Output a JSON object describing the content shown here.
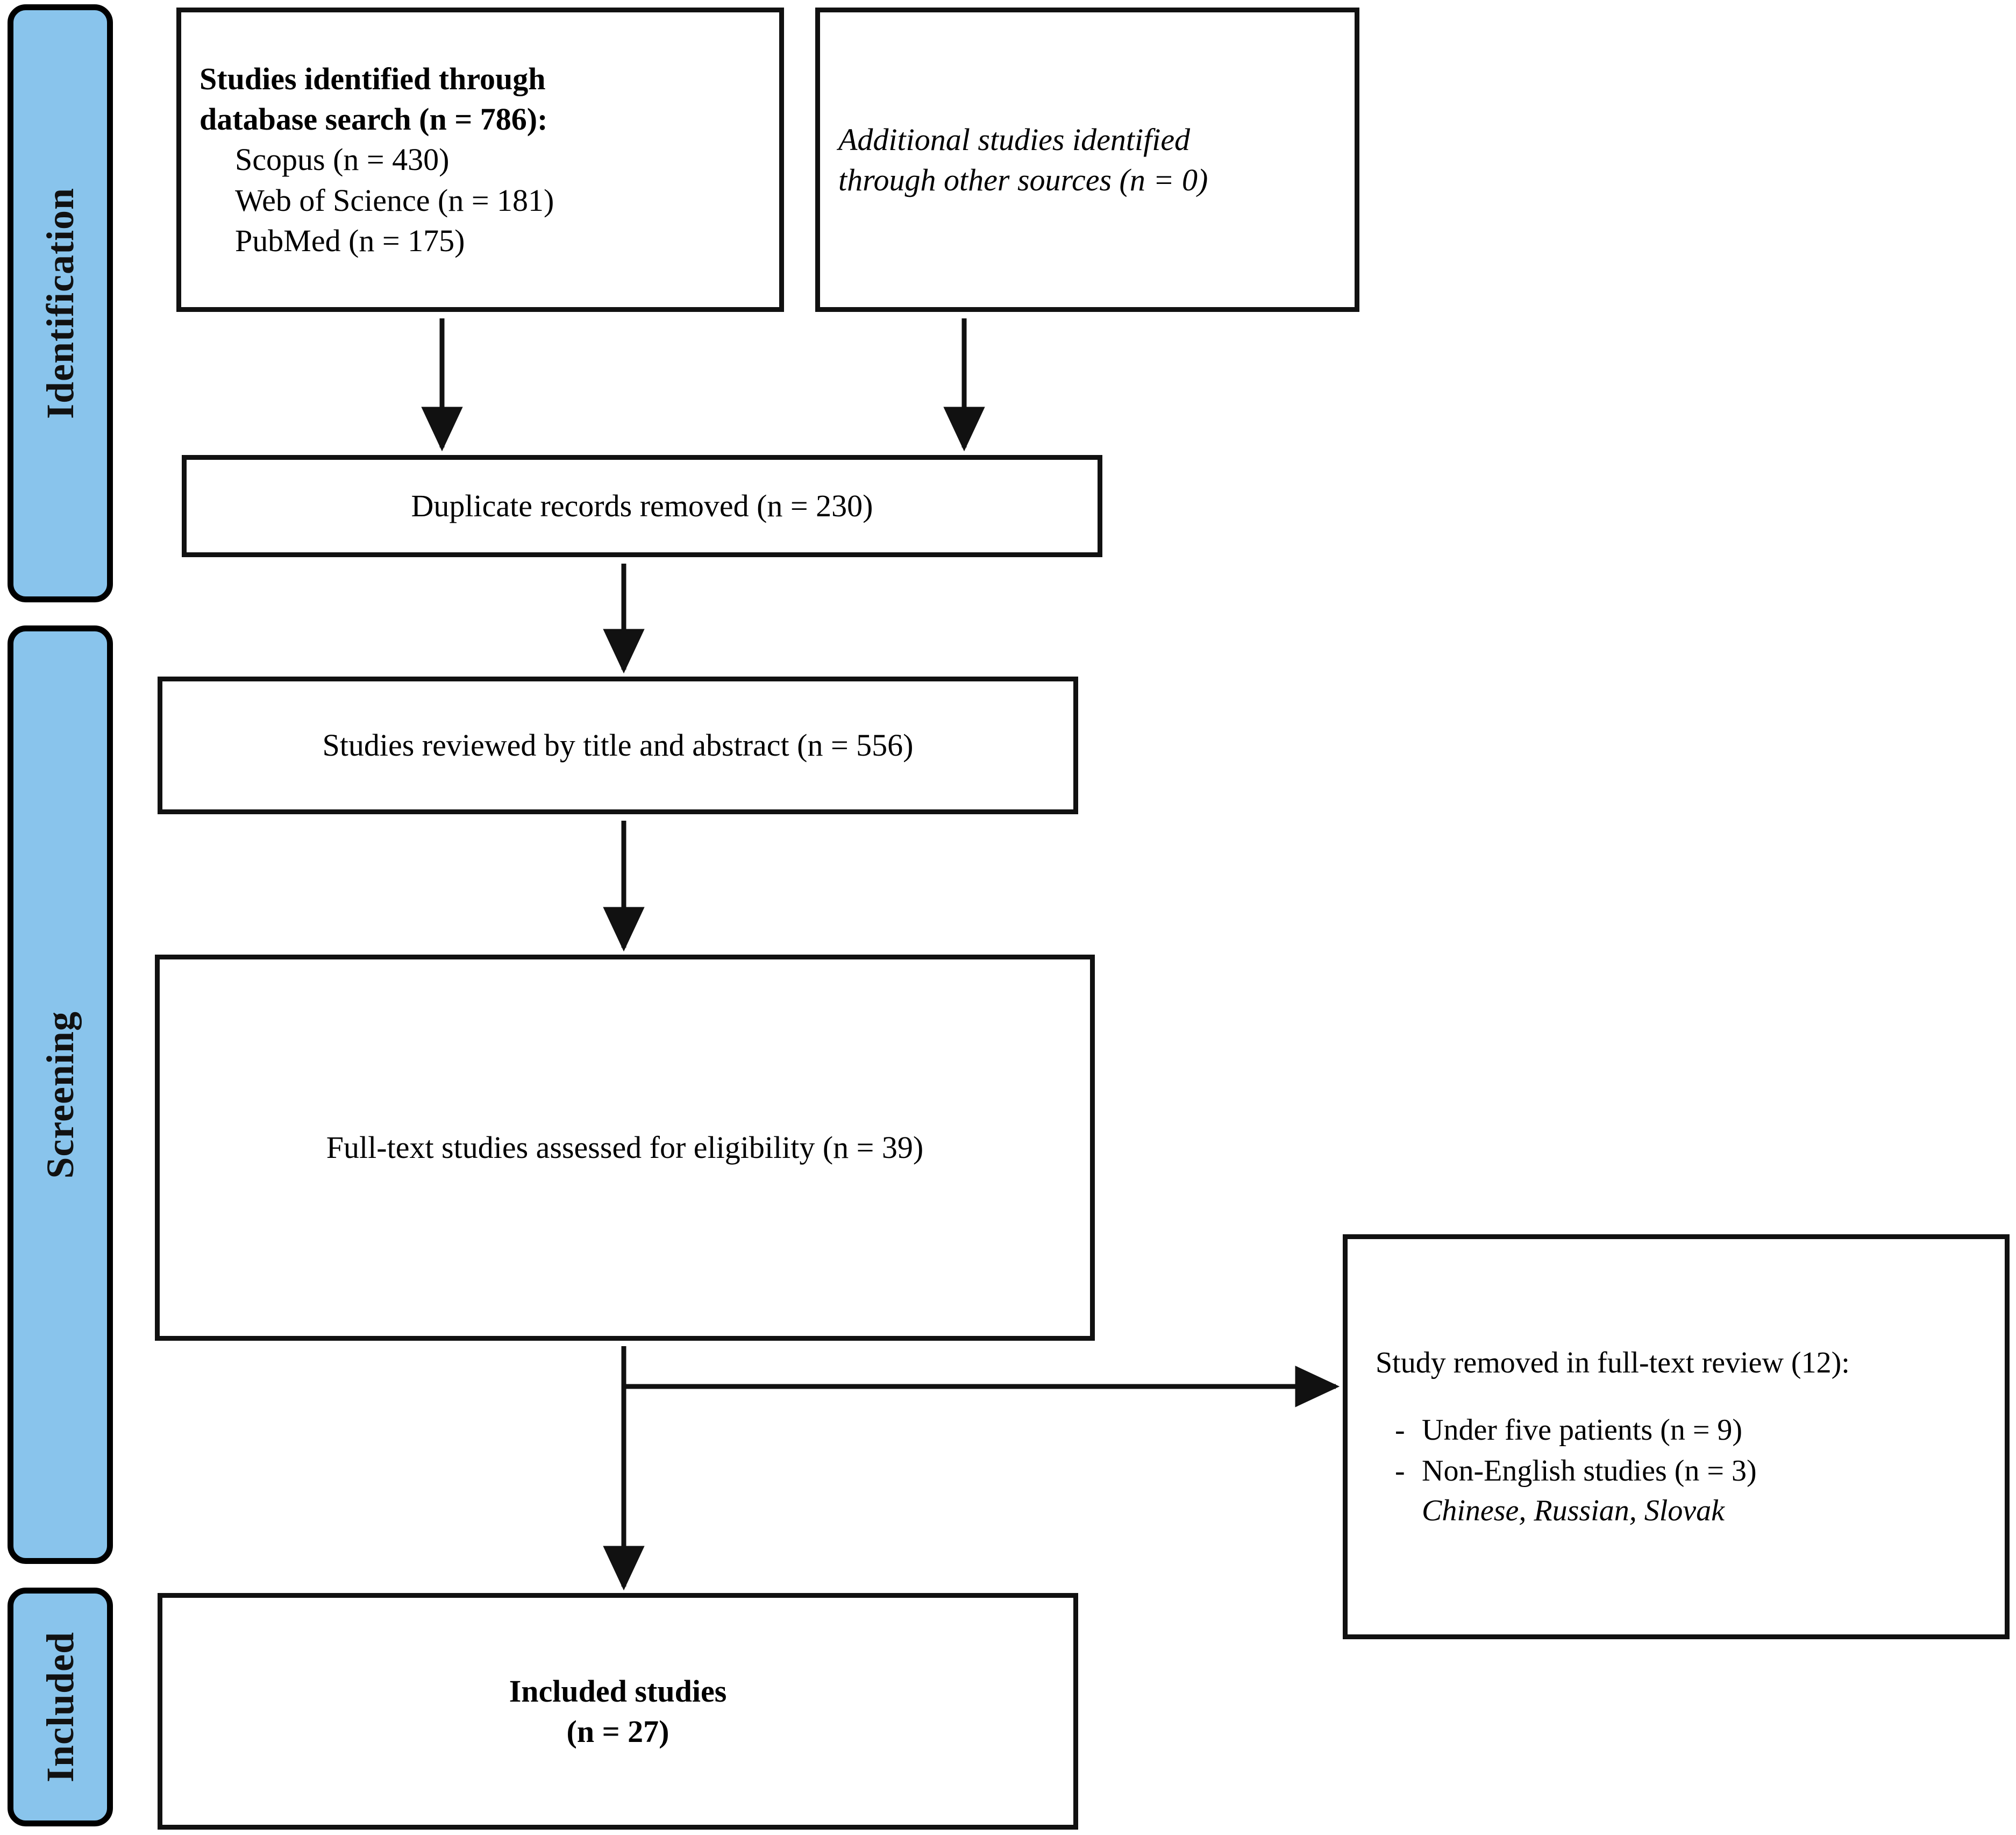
{
  "diagram": {
    "type": "prisma-flow-diagram",
    "accent_color": "#89c4ec",
    "border_color": "#111111",
    "background": "#ffffff"
  },
  "phases": [
    {
      "label": "Identification"
    },
    {
      "label": "Screening"
    },
    {
      "label": "Included"
    }
  ],
  "boxes": {
    "identified_db": {
      "title": "Studies identified through",
      "title2": "database search (n = 786):",
      "sources": [
        "Scopus (n = 430)",
        "Web of Science (n = 181)",
        "PubMed (n = 175)"
      ]
    },
    "identified_other": {
      "line1": "Additional studies identified",
      "line2": "through other sources (n = 0)"
    },
    "duplicates": {
      "text": "Duplicate records removed (n = 230)"
    },
    "title_abstract": {
      "text": "Studies reviewed by title and abstract (n = 556)"
    },
    "full_text": {
      "text": "Full-text studies assessed for eligibility (n = 39)"
    },
    "excluded": {
      "heading": "Study removed in full-text review (12):",
      "dash": "-",
      "items": [
        "Under five patients (n = 9)",
        "Non-English studies (n = 3)"
      ],
      "languages": "Chinese, Russian, Slovak"
    },
    "included": {
      "line1": "Included studies",
      "line2": "(n = 27)"
    }
  },
  "counts": {
    "total_identified": 786,
    "scopus": 430,
    "web_of_science": 181,
    "pubmed": 175,
    "other_sources": 0,
    "duplicates_removed": 230,
    "screened_title_abstract": 556,
    "full_text_assessed": 39,
    "full_text_excluded": 12,
    "excluded_under_five_patients": 9,
    "excluded_non_english": 3,
    "included": 27
  }
}
